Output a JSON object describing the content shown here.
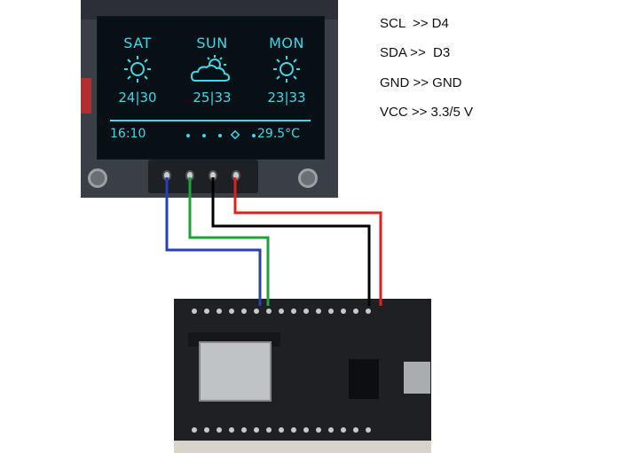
{
  "oled_display": {
    "days": [
      {
        "name": "SAT",
        "icon": "sun-icon",
        "temps": "24|30"
      },
      {
        "name": "SUN",
        "icon": "cloud-sun-icon",
        "temps": "25|33"
      },
      {
        "name": "MON",
        "icon": "sun-icon",
        "temps": "23|33"
      }
    ],
    "time": "16:10",
    "current_temp": "29.5°C",
    "text_color": "#3fd8e8"
  },
  "pin_map": [
    "SCL  >> D4",
    "SDA >>  D3",
    "GND >> GND",
    "VCC >> 3.3/5 V"
  ],
  "wire_colors": {
    "scl": "#2a3fb0",
    "sda": "#1fa23a",
    "gnd": "#000000",
    "vcc": "#e02020"
  }
}
